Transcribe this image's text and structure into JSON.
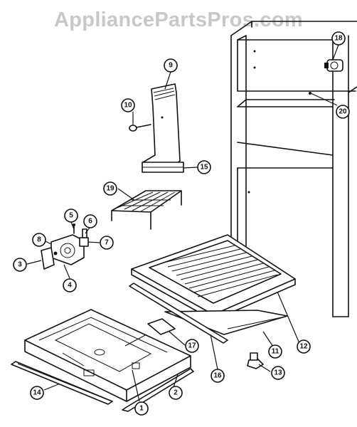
{
  "watermark": "AppliancePartsPros.com",
  "callouts": [
    {
      "id": "1",
      "part": "part-1"
    },
    {
      "id": "2",
      "part": "part-2"
    },
    {
      "id": "3",
      "part": "part-3"
    },
    {
      "id": "4",
      "part": "part-4"
    },
    {
      "id": "5",
      "part": "part-5"
    },
    {
      "id": "6",
      "part": "part-6"
    },
    {
      "id": "7",
      "part": "part-7"
    },
    {
      "id": "8",
      "part": "part-8"
    },
    {
      "id": "9",
      "part": "part-9"
    },
    {
      "id": "10",
      "part": "part-10"
    },
    {
      "id": "11",
      "part": "part-11"
    },
    {
      "id": "12",
      "part": "part-12"
    },
    {
      "id": "13",
      "part": "part-13"
    },
    {
      "id": "14",
      "part": "part-14"
    },
    {
      "id": "15",
      "part": "part-15"
    },
    {
      "id": "16",
      "part": "part-16"
    },
    {
      "id": "17",
      "part": "part-17"
    },
    {
      "id": "18",
      "part": "part-18"
    },
    {
      "id": "19",
      "part": "part-19"
    },
    {
      "id": "20",
      "part": "part-20"
    }
  ]
}
